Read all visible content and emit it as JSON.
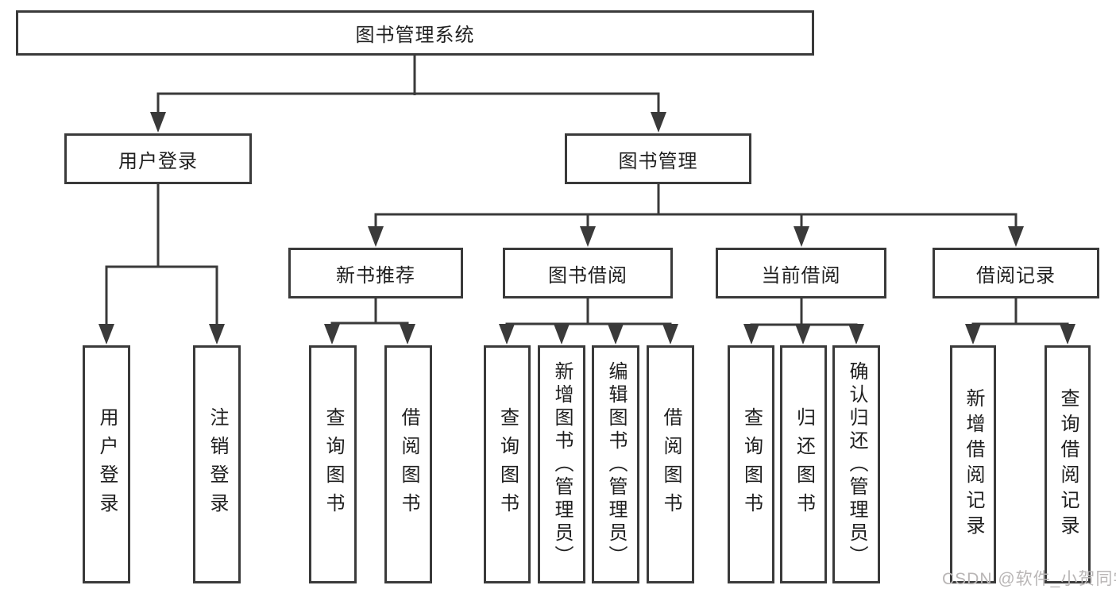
{
  "diagram": {
    "type": "hierarchy-tree",
    "tree": {
      "label": "图书管理系统",
      "children": [
        {
          "label": "用户登录",
          "children": [
            {
              "label": "用户登录"
            },
            {
              "label": "注销登录"
            }
          ]
        },
        {
          "label": "图书管理",
          "children": [
            {
              "label": "新书推荐",
              "children": [
                {
                  "label": "查询图书"
                },
                {
                  "label": "借阅图书"
                }
              ]
            },
            {
              "label": "图书借阅",
              "children": [
                {
                  "label": "查询图书"
                },
                {
                  "label": "新增图书（管理员）"
                },
                {
                  "label": "编辑图书（管理员）"
                },
                {
                  "label": "借阅图书"
                }
              ]
            },
            {
              "label": "当前借阅",
              "children": [
                {
                  "label": "查询图书"
                },
                {
                  "label": "归还图书"
                },
                {
                  "label": "确认归还（管理员）"
                }
              ]
            },
            {
              "label": "借阅记录",
              "children": [
                {
                  "label": "新增借阅记录"
                },
                {
                  "label": "查询借阅记录"
                }
              ]
            }
          ]
        }
      ]
    }
  },
  "watermark": {
    "text": "CSDN @软件_小贺同学"
  },
  "colors": {
    "line": "#3a3a3a",
    "text": "#1f1f1f",
    "background": "#ffffff",
    "watermark": "#b9b6b6"
  }
}
